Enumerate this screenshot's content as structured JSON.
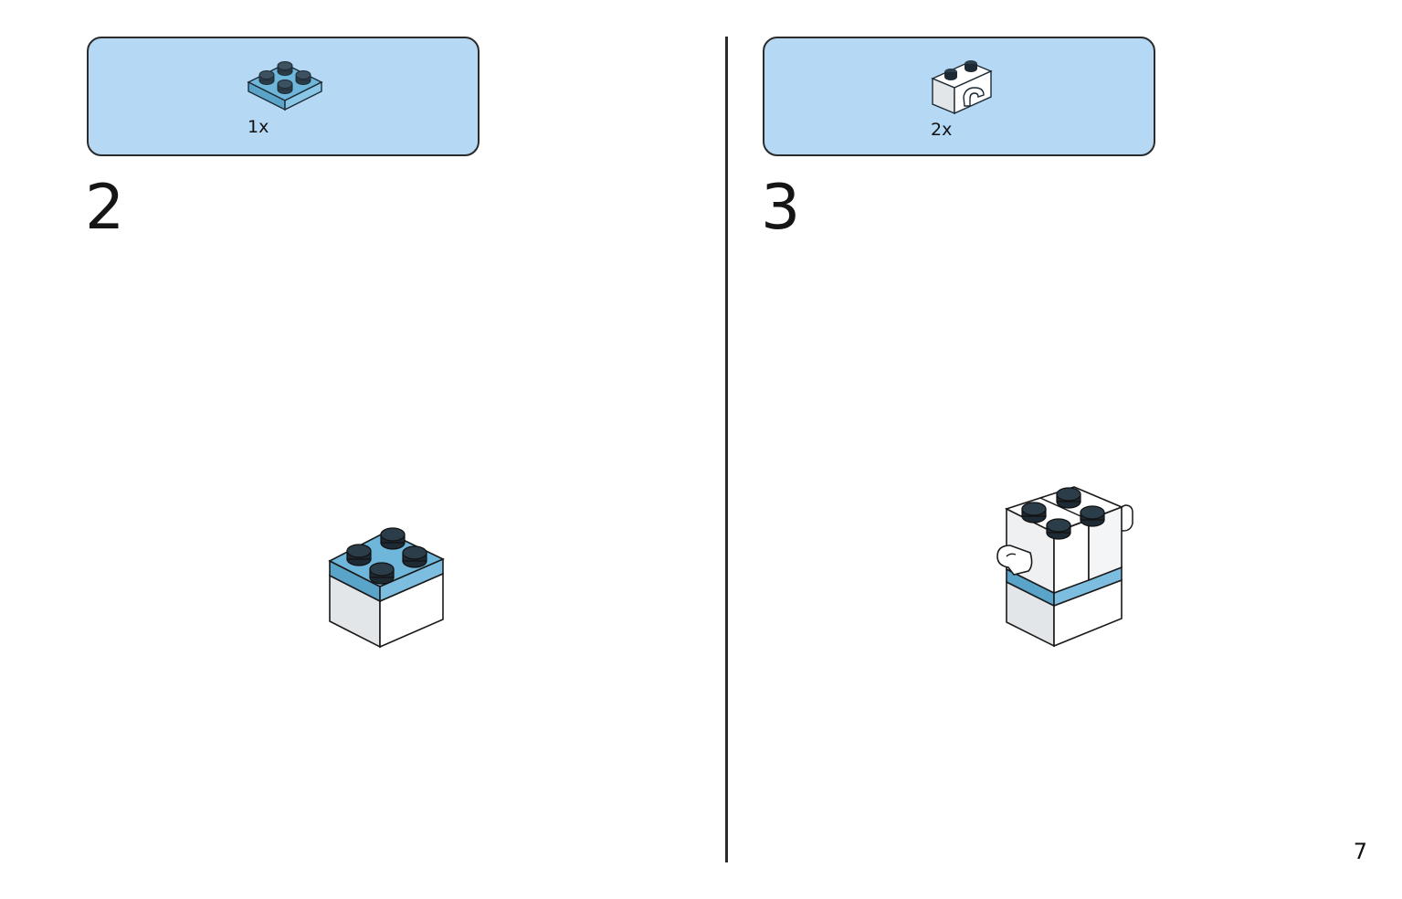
{
  "steps": [
    {
      "number": "2",
      "part": {
        "name": "plate-2x2-icon",
        "quantity": "1x",
        "color": "#6fb6db"
      }
    },
    {
      "number": "3",
      "part": {
        "name": "brick-1x2-clip-icon",
        "quantity": "2x",
        "color": "#ffffff"
      }
    }
  ],
  "page_number": "7",
  "colors": {
    "parts_box_bg": "#b5d8f4",
    "azure": "#6fb6db",
    "stud_dark": "#2c3d4a",
    "white_brick": "#ffffff",
    "shadow_grey": "#e3e6e8"
  }
}
